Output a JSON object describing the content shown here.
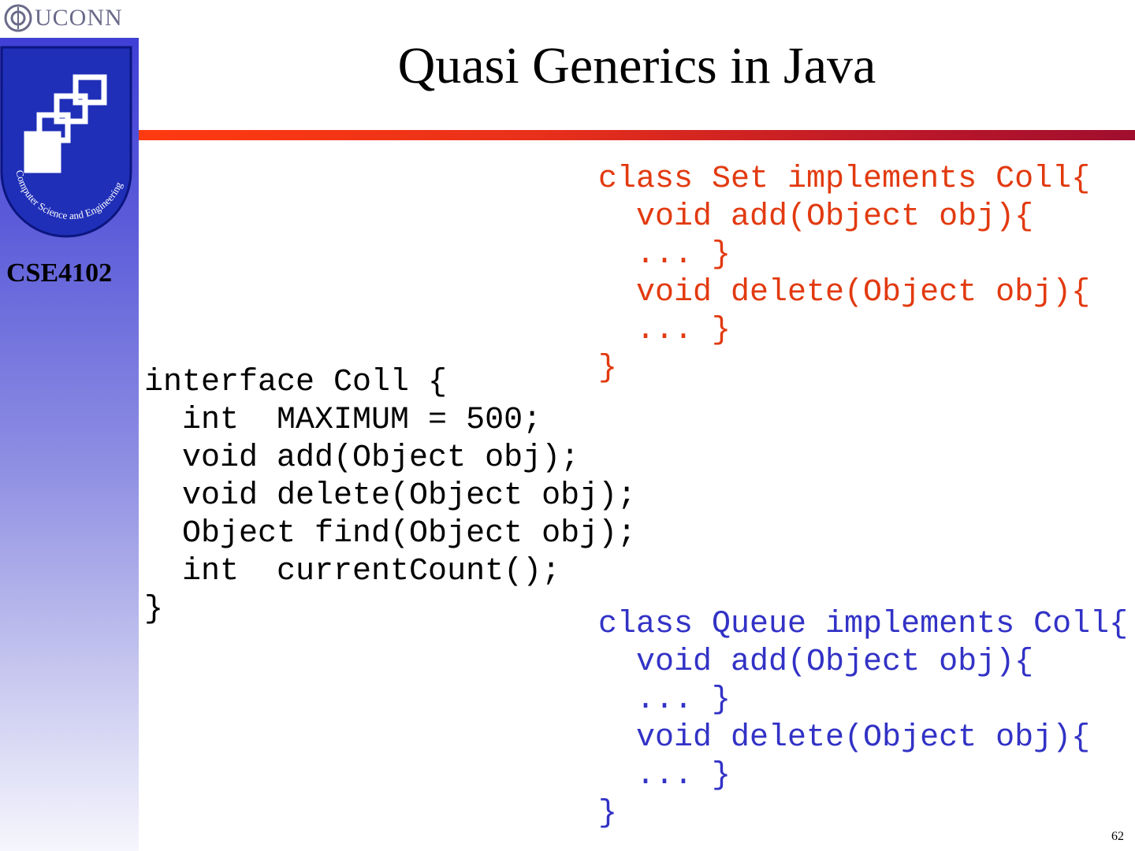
{
  "sidebar": {
    "logo_text": "UCONN",
    "emblem_text": "Computer Science and Engineering",
    "course": "CSE4102"
  },
  "slide": {
    "title": "Quasi Generics in Java",
    "page_number": "62"
  },
  "code": {
    "interface": "interface Coll {\n  int  MAXIMUM = 500;\n  void add(Object obj);\n  void delete(Object obj);\n  Object find(Object obj);\n  int  currentCount();\n}",
    "set_class": "class Set implements Coll{\n  void add(Object obj){\n  ... }\n  void delete(Object obj){\n  ... }\n}",
    "queue_class": "class Queue implements Coll{\n  void add(Object obj){\n  ... }\n  void delete(Object obj){\n  ... }\n}"
  },
  "colors": {
    "sidebar_top": "#3b3ad6",
    "rule": "#e8301a",
    "set_code": "#e23a10",
    "queue_code": "#3232c6"
  }
}
